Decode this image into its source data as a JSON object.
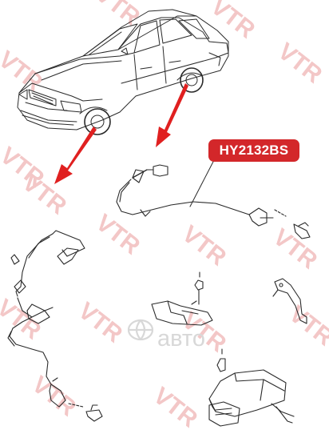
{
  "part_label": {
    "text": "HY2132BS",
    "color": "#d3272a"
  },
  "watermark": {
    "text": "VTR",
    "color": "#f3c7c7"
  },
  "brand_watermark": {
    "text": "авто",
    "color": "#d8d8d8",
    "icon": "globe-icon"
  },
  "colors": {
    "line": "#2a2a2a",
    "arrow": "#e02020"
  }
}
